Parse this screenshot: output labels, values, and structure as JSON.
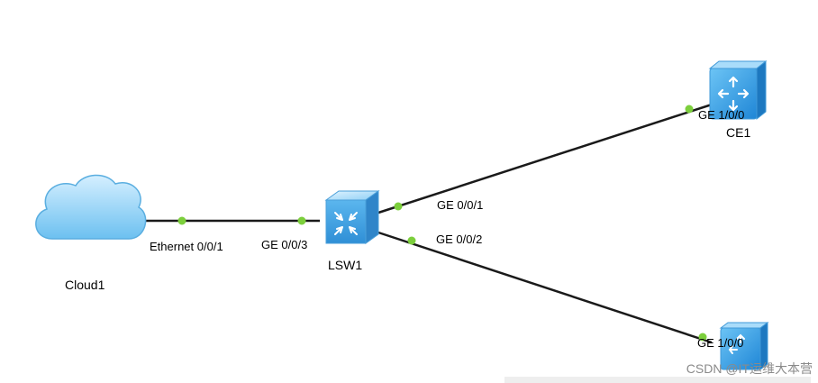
{
  "devices": {
    "cloud": {
      "name": "Cloud1"
    },
    "switch": {
      "name": "LSW1"
    },
    "router_top": {
      "name": "CE1"
    },
    "router_bottom": {
      "name": ""
    }
  },
  "ports": {
    "cloud_eth": "Ethernet 0/0/1",
    "sw_ge3": "GE 0/0/3",
    "sw_ge1": "GE 0/0/1",
    "sw_ge2": "GE 0/0/2",
    "ce1_ge": "GE 1/0/0",
    "bottom_ge": "GE 1/0/0"
  },
  "colors": {
    "link": "#1a1a1a",
    "port_dot": "#7ccf3c",
    "cloud_fill": "#8fd0f5",
    "device_fill": "#4aa9ea"
  },
  "watermark": "CSDN @IT运维大本营"
}
